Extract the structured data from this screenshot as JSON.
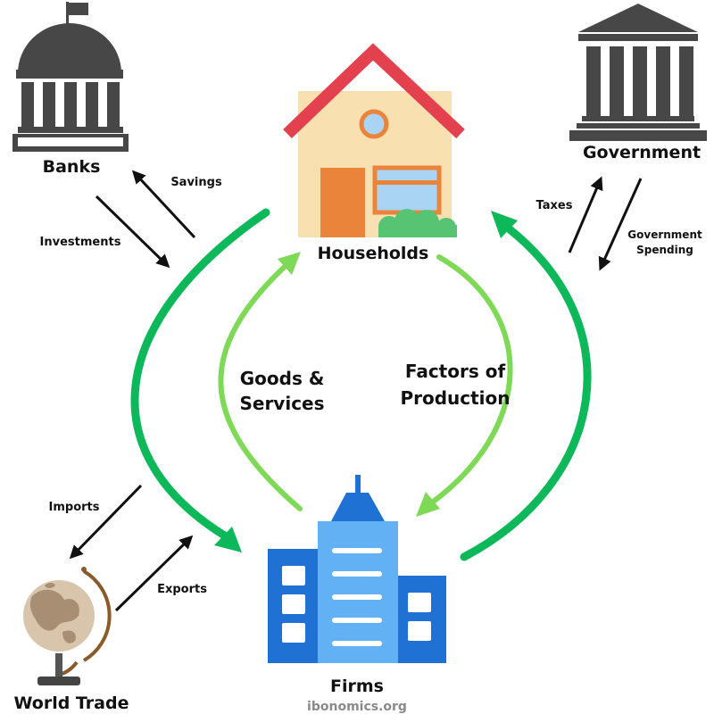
{
  "nodes": {
    "banks": "Banks",
    "households": "Households",
    "government": "Government",
    "firms": "Firms",
    "world_trade": "World Trade"
  },
  "flows": {
    "savings": "Savings",
    "investments": "Investments",
    "taxes": "Taxes",
    "government_spending_line1": "Government",
    "government_spending_line2": "Spending",
    "imports": "Imports",
    "exports": "Exports",
    "goods_line1": "Goods &",
    "goods_line2": "Services",
    "factors_line1": "Factors of",
    "factors_line2": "Production"
  },
  "credit": "ibonomics.org",
  "colors": {
    "outer_flow": "#0db85a",
    "inner_flow": "#7ed957",
    "roof": "#e4414e",
    "house_wall": "#f9e0b0",
    "door": "#eb843b",
    "window": "#a9d4f3",
    "bush": "#56c472",
    "firm_blue_dark": "#1f72d3",
    "firm_blue_light": "#62b1f5",
    "institution_gray": "#474747"
  },
  "icons": [
    "bank-building-icon",
    "house-icon",
    "government-building-icon",
    "office-buildings-icon",
    "globe-icon"
  ]
}
